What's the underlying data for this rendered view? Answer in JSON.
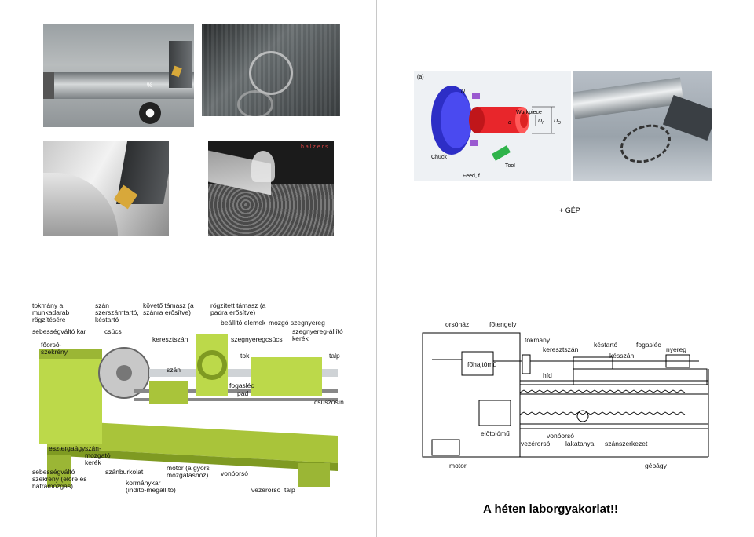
{
  "slide_top_right": {
    "fig_label": "(a)",
    "diagram": {
      "workpiece": "Workpiece",
      "chuck": "Chuck",
      "tool": "Tool",
      "feed": "Feed, f",
      "n": "N",
      "d": "d",
      "df": "D",
      "df_sub": "f",
      "do": "D",
      "do_sub": "O"
    },
    "caption": "+ GÉP"
  },
  "slide_top_left": {
    "watermark": "balzers",
    "dial": "%"
  },
  "slide_bottom_left": {
    "labels": {
      "tokmany": "tokmány a munkadarab rögzítésére",
      "szan_szerszam": "szán szerszámtartó, késtartó",
      "koveto": "követő támasz (a szánra erősítve)",
      "rogzitett": "rögzített támasz (a padra erősítve)",
      "sebessegvalto_kar": "sebességváltó kar",
      "csucs": "csúcs",
      "keresztszan": "keresztszán",
      "beallito": "beállító elemek",
      "mozgo": "mozgó szegnyereg",
      "szegnyereg_allito": "szegnyereg-állító kerék",
      "foorso": "főorsó-szekrény",
      "szegnyeregcsucs": "szegnyeregcsúcs",
      "tok": "tok",
      "talp_top": "talp",
      "szan": "szán",
      "fogasleac": "fogasléc",
      "pad": "pad",
      "csuszosin": "csúszósín",
      "esztergaagy": "esztergaágy",
      "szanmozgato": "szán-mozgató kerék",
      "sebessegvalto_szekreny": "sebességváltó szekrény (előre és hátramozgás)",
      "szanburkolat": "szánburkolat",
      "kormanykar": "kormánykar (indító-megállító)",
      "motor": "motor (a gyors mozgatáshoz)",
      "vonoorso": "vonóorsó",
      "vezerorso": "vezérorsó",
      "talp": "talp"
    }
  },
  "slide_bottom_right": {
    "labels": {
      "orsohaz": "orsóház",
      "fotengely": "főtengely",
      "tokmany": "tokmány",
      "keresztszan": "keresztszán",
      "kestarto": "késtartó",
      "fogaslec": "fogasléc",
      "nyereg": "nyereg",
      "fohajtomu": "főhajtómű",
      "kesszan": "késszán",
      "hid": "híd",
      "elotolomu": "előtolómű",
      "vonoorso": "vonóorsó",
      "vezerorso": "vezérorsó",
      "lakatanya": "lakatanya",
      "szanszerkezet": "szánszerkezet",
      "motor": "motor",
      "gepagy": "gépágy"
    },
    "caption": "A héten laborgyakorlat!!"
  }
}
